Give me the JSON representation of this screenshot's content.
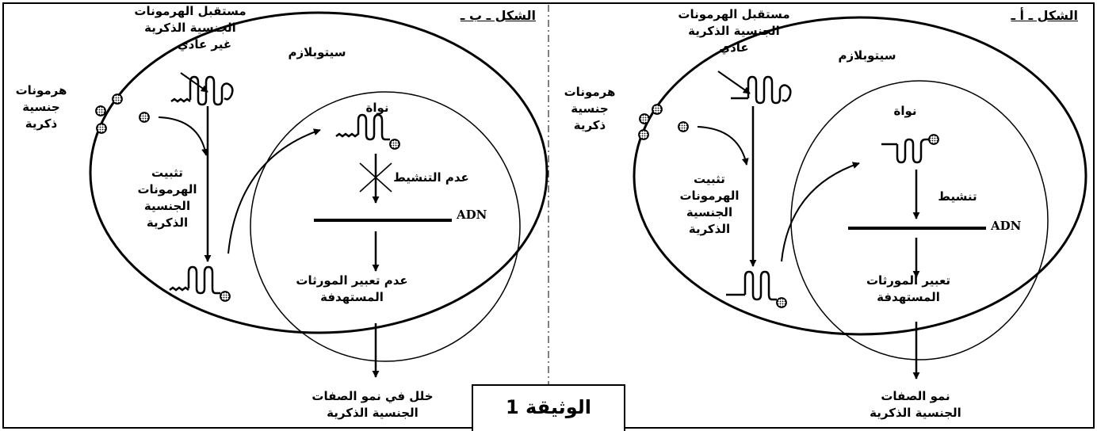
{
  "document_title": "الوثيقة 1",
  "panel_b": {
    "title": "الشكل ـ ب ـ",
    "receptor_label": [
      "مستقبل الهرمونات",
      "الجنسية الذكرية",
      "غير عادي"
    ],
    "cytoplasm": "سيتوبلازم",
    "hormones": [
      "هرمونات",
      "جنسية",
      "ذكرية"
    ],
    "binding": [
      "تثبيت",
      "الهرمونات",
      "الجنسية",
      "الذكرية"
    ],
    "nucleus": "نواة",
    "activation": "عدم التنشيط",
    "adn": "ADN",
    "expression": [
      "عدم تعبير المورثات",
      "المستهدفة"
    ],
    "outcome": [
      "خلل في نمو الصفات",
      "الجنسية الذكرية"
    ]
  },
  "panel_a": {
    "title": "الشكل ـ أ ـ",
    "receptor_label": [
      "مستقبل الهرمونات",
      "الجنسية الذكرية",
      "عادي"
    ],
    "cytoplasm": "سيتوبلازم",
    "hormones": [
      "هرمونات",
      "جنسية",
      "ذكرية"
    ],
    "binding": [
      "تثبيت",
      "الهرمونات",
      "الجنسية",
      "الذكرية"
    ],
    "nucleus": "نواة",
    "activation": "تنشيط",
    "adn": "ADN",
    "expression": [
      "تعبير المورثات",
      "المستهدفة"
    ],
    "outcome": [
      "نمو الصفات",
      "الجنسية الذكرية"
    ]
  }
}
